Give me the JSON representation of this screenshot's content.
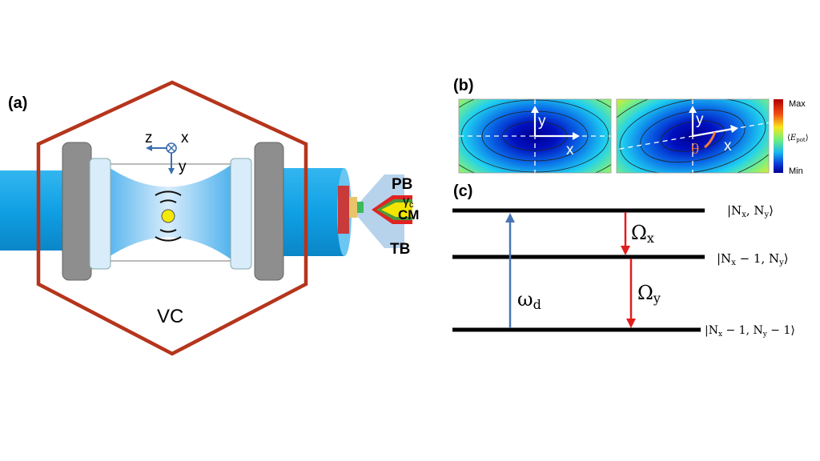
{
  "panel_a": {
    "label": "(a)",
    "axes": {
      "z": "z",
      "x": "x",
      "y": "y"
    },
    "chamber_label": "VC",
    "side_labels": {
      "pb": "PB",
      "gamma": "γ",
      "gamma_sub": "c",
      "cm": "CM",
      "tb": "TB"
    },
    "colors": {
      "chamber": "#b5351c",
      "rod": "#1aa6e6",
      "mirror": "#8a8a8a",
      "particle": "#f0e800"
    }
  },
  "panel_b": {
    "label": "(b)",
    "left_axes": {
      "y": "y",
      "x": "x"
    },
    "right_axes": {
      "y": "y",
      "x": "x",
      "angle": "θ"
    },
    "colorbar": {
      "max": "Max",
      "min": "Min",
      "mid_open": "⟨",
      "mid_var": "E",
      "mid_sub": "pot",
      "mid_close": "⟩"
    }
  },
  "panel_c": {
    "label": "(c)",
    "levels": [
      {
        "ket": "|N",
        "s1": "x",
        "mid": ", N",
        "s2": "y",
        "tail": "⟩"
      },
      {
        "ket": "|N",
        "s1": "x",
        "mid": " − 1, N",
        "s2": "y",
        "tail": "⟩"
      },
      {
        "ket": "|N",
        "s1": "x",
        "mid": " − 1, N",
        "s2": "y",
        "tail": " − 1⟩"
      }
    ],
    "drive": {
      "sym": "ω",
      "sub": "d"
    },
    "transitions": [
      {
        "sym": "Ω",
        "sub": "x"
      },
      {
        "sym": "Ω",
        "sub": "y"
      }
    ],
    "colors": {
      "drive": "#4a74b8",
      "decay": "#e21d1d"
    }
  }
}
